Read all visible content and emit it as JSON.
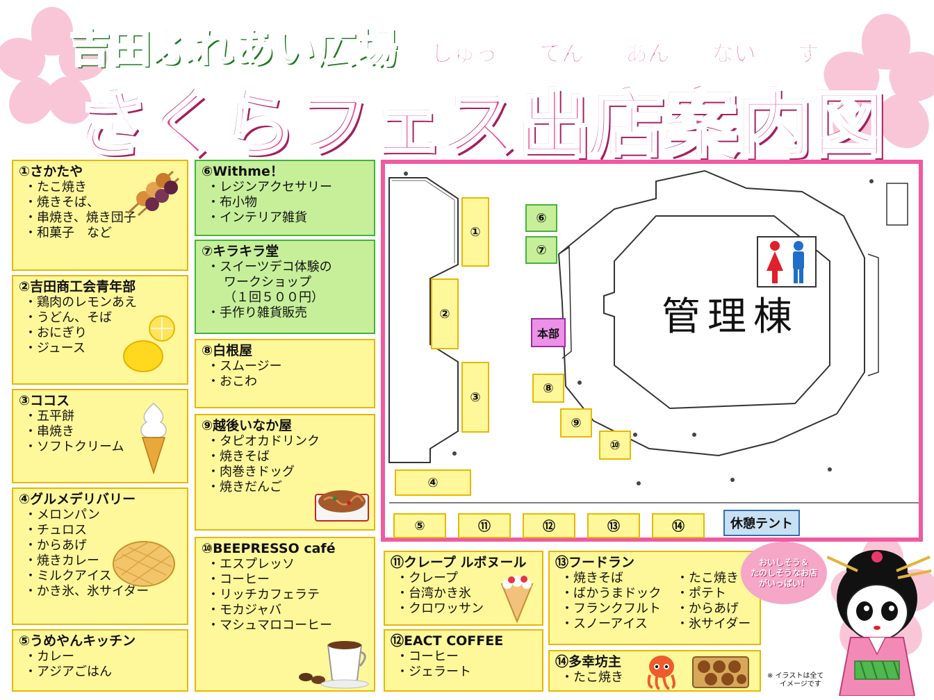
{
  "header": {
    "subtitle": "吉田ふれあい広場",
    "title": "さくらフェス出店案内図",
    "furigana": [
      "しゅっ",
      "てん",
      "あん",
      "ない",
      "ず"
    ]
  },
  "stores": [
    {
      "name": "①さかたや",
      "items": [
        "たこ焼き",
        "焼きそば、",
        "串焼き、焼き団子",
        "和菓子　など"
      ]
    },
    {
      "name": "②吉田商工会青年部",
      "items": [
        "鶏肉のレモンあえ",
        "うどん、そば",
        "おにぎり",
        "ジュース"
      ]
    },
    {
      "name": "③ココス",
      "items": [
        "五平餅",
        "串焼き",
        "ソフトクリーム"
      ]
    },
    {
      "name": "④グルメデリバリー",
      "items": [
        "メロンパン",
        "チュロス",
        "からあげ",
        "焼きカレー",
        "ミルクアイス",
        "かき氷、氷サイダー"
      ]
    },
    {
      "name": "⑤うめやんキッチン",
      "items": [
        "カレー",
        "アジアごはん"
      ]
    },
    {
      "name": "⑥Withme！",
      "items": [
        "レジンアクセサリー",
        "布小物",
        "インテリア雑貨"
      ]
    },
    {
      "name": "⑦キラキラ堂",
      "items": [
        "スイーツデコ体験の",
        "ワークショップ",
        "（１回５００円）",
        "手作り雑貨販売"
      ]
    },
    {
      "name": "⑧白根屋",
      "items": [
        "スムージー",
        "おこわ"
      ]
    },
    {
      "name": "⑨越後いなか屋",
      "items": [
        "タピオカドリンク",
        "焼きそば",
        "肉巻きドッグ",
        "焼きだんご"
      ]
    },
    {
      "name": "⑩BEEPRESSO café",
      "items": [
        "エスプレッソ",
        "コーヒー",
        "リッチカフェラテ",
        "モカジャバ",
        "マシュマロコーヒー"
      ]
    },
    {
      "name": "⑪クレープ ルボヌール",
      "items": [
        "クレープ",
        "台湾かき氷",
        "クロワッサン"
      ]
    },
    {
      "name": "⑫EACT COFFEE",
      "items": [
        "コーヒー",
        "ジェラート"
      ]
    },
    {
      "name": "⑬フードラン",
      "items": [
        "焼きそば",
        "ばかうまドック",
        "フランクフルト",
        "スノーアイス",
        "たこ焼き",
        "ポテト",
        "からあげ",
        "氷サイダー"
      ]
    },
    {
      "name": "⑭多幸坊主",
      "items": [
        "たこ焼き"
      ]
    }
  ],
  "map": {
    "building": "管理棟",
    "hq": "本部",
    "tent": "休憩テント",
    "stalls": [
      "①",
      "②",
      "③",
      "④",
      "⑤",
      "⑥",
      "⑦",
      "⑧",
      "⑨",
      "⑩",
      "⑪",
      "⑫",
      "⑬",
      "⑭"
    ]
  },
  "mascot": {
    "speech": [
      "おいしそう＆",
      "たのしそうなお店",
      "がいっぱい！"
    ]
  },
  "note": [
    "※ イラストは全て",
    "イメージです"
  ],
  "colors": {
    "pink": "#ea3d95",
    "green": "#39c23d",
    "yellow": "#fff89a",
    "lightgreen": "#c7ef9a"
  }
}
